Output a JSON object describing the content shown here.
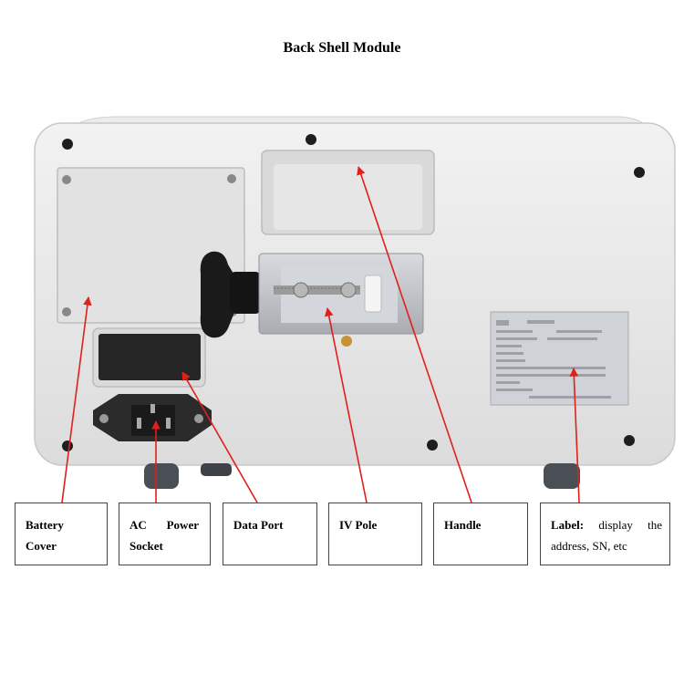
{
  "title": "Back Shell Module",
  "labels": {
    "battery": "Battery Cover",
    "ac_line1": "AC Power",
    "ac_line2": "Socket",
    "data_port": "Data Port",
    "iv_pole": "IV Pole",
    "handle": "Handle",
    "label_bold": "Label:",
    "label_rest1": "display the",
    "label_rest2": "address, SN, etc"
  },
  "colors": {
    "arrow": "#e0201a",
    "device_body": "#e6e6e6",
    "clamp": "#c0c3c8"
  }
}
